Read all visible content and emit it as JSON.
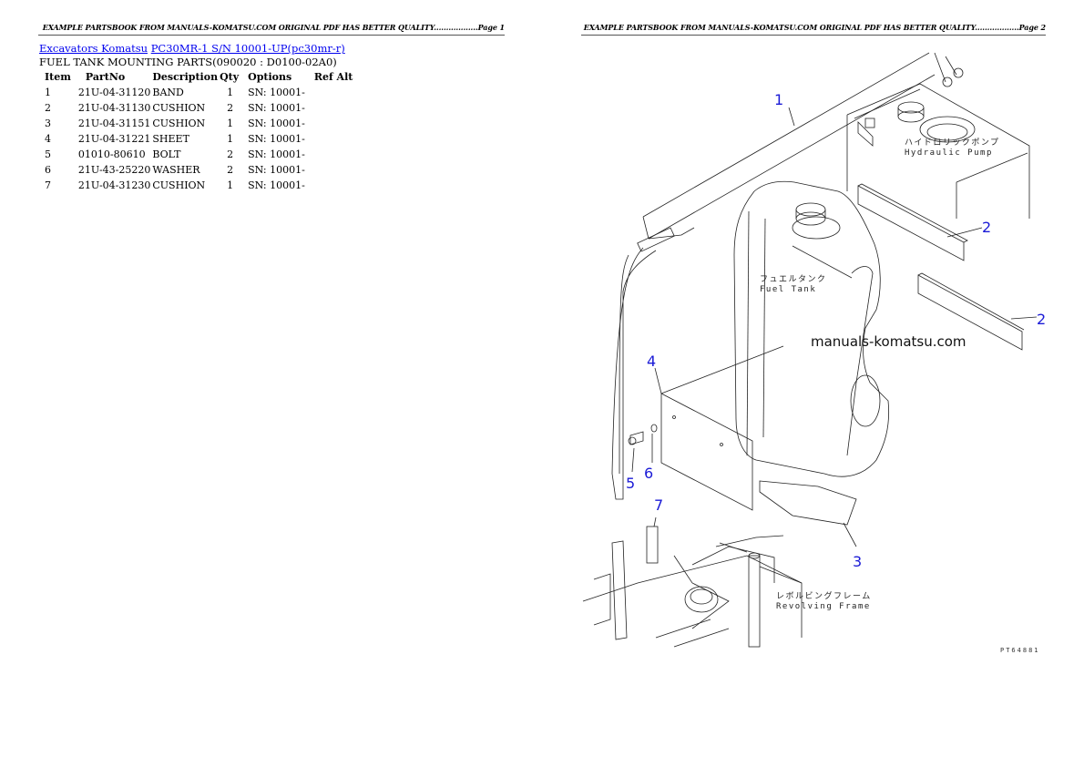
{
  "page1": {
    "header": "EXAMPLE PARTSBOOK FROM MANUALS-KOMATSU.COM ORIGINAL PDF HAS BETTER QUALITY..................Page 1",
    "breadcrumb": {
      "link1": "Excavators Komatsu",
      "link2": "PC30MR-1 S/N 10001-UP(pc30mr-r)"
    },
    "subtitle": "FUEL TANK MOUNTING PARTS(090020 : D0100-02A0)",
    "table": {
      "headers": [
        "Item",
        "PartNo",
        "Description",
        "Qty",
        "Options",
        "Ref Alt"
      ],
      "rows": [
        {
          "item": "1",
          "partno": "21U-04-31120",
          "description": "BAND",
          "qty": "1",
          "options": "SN: 10001-",
          "refalt": ""
        },
        {
          "item": "2",
          "partno": "21U-04-31130",
          "description": "CUSHION",
          "qty": "2",
          "options": "SN: 10001-",
          "refalt": ""
        },
        {
          "item": "3",
          "partno": "21U-04-31151",
          "description": "CUSHION",
          "qty": "1",
          "options": "SN: 10001-",
          "refalt": ""
        },
        {
          "item": "4",
          "partno": "21U-04-31221",
          "description": "SHEET",
          "qty": "1",
          "options": "SN: 10001-",
          "refalt": ""
        },
        {
          "item": "5",
          "partno": "01010-80610",
          "description": "BOLT",
          "qty": "2",
          "options": "SN: 10001-",
          "refalt": ""
        },
        {
          "item": "6",
          "partno": "21U-43-25220",
          "description": "WASHER",
          "qty": "2",
          "options": "SN: 10001-",
          "refalt": ""
        },
        {
          "item": "7",
          "partno": "21U-04-31230",
          "description": "CUSHION",
          "qty": "1",
          "options": "SN: 10001-",
          "refalt": ""
        }
      ]
    }
  },
  "page2": {
    "header": "EXAMPLE PARTSBOOK FROM MANUALS-KOMATSU.COM ORIGINAL PDF HAS BETTER QUALITY..................Page 2",
    "diagram": {
      "callouts": [
        "1",
        "2",
        "2",
        "3",
        "4",
        "5",
        "6",
        "7"
      ],
      "labels": {
        "hydraulic_pump_jp": "ハイドロリックポンプ",
        "hydraulic_pump_en": "Hydraulic Pump",
        "fuel_tank_jp": "フュエルタンク",
        "fuel_tank_en": "Fuel Tank",
        "revolving_frame_jp": "レボルビングフレーム",
        "revolving_frame_en": "Revolving Frame"
      },
      "watermark": "manuals-komatsu.com",
      "figure_code": "PT64881",
      "colors": {
        "callout": "#1a1ad6",
        "line": "#222222"
      }
    }
  }
}
